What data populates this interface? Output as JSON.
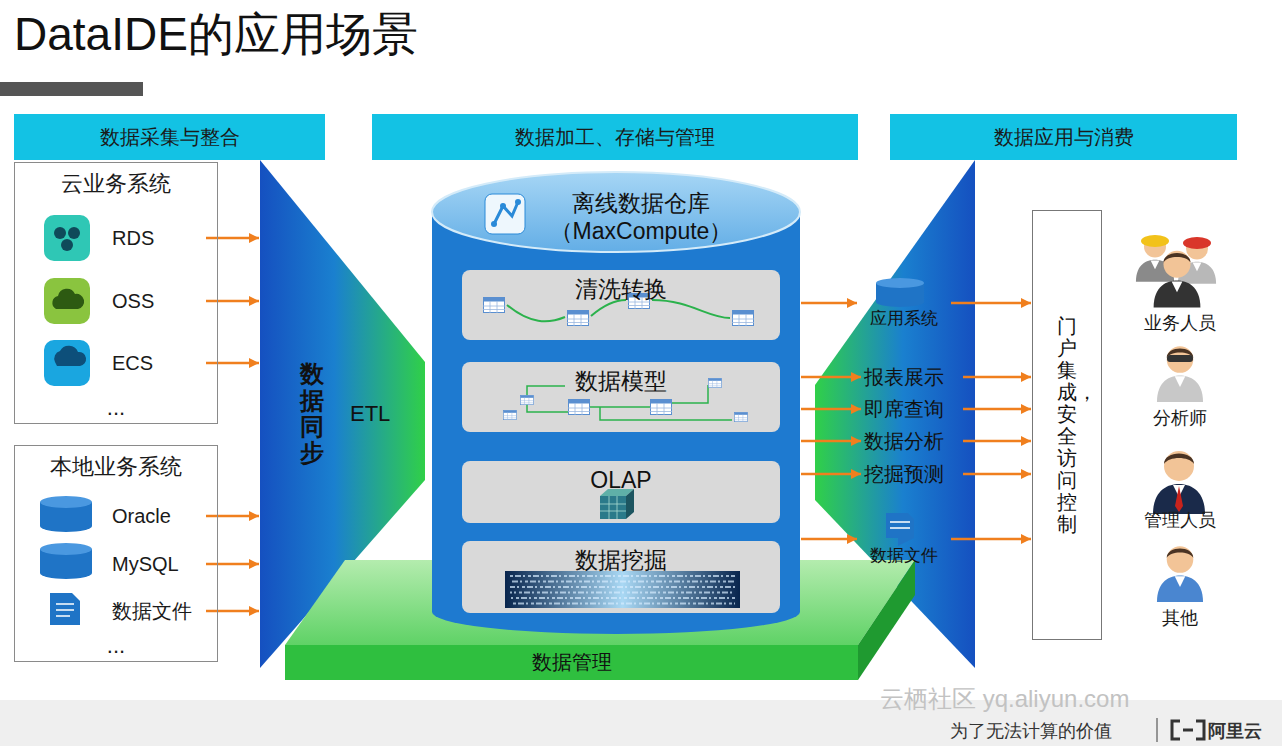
{
  "diagram": {
    "title": "DataIDE的应用场景",
    "nodes": [
      {
        "text": [
          "数据采集与整合"
        ]
      },
      {
        "text": [
          "数据加工、存储与管理"
        ]
      },
      {
        "text": [
          "数据应用与消费"
        ]
      },
      {
        "text": [
          "云业务系统",
          "..."
        ]
      },
      {
        "text": [
          "RDS"
        ],
        "in": 3
      },
      {
        "text": [
          "OSS"
        ],
        "in": 3
      },
      {
        "text": [
          "ECS"
        ],
        "in": 3
      },
      {
        "text": [
          "本地业务系统",
          "..."
        ]
      },
      {
        "text": [
          "Oracle"
        ],
        "in": 7
      },
      {
        "text": [
          "MySQL"
        ],
        "in": 7
      },
      {
        "text": [
          "数据文件"
        ],
        "in": 7
      },
      {
        "text": [
          "数据同步",
          "ETL"
        ]
      },
      {
        "text": [
          "离线数据仓库 （MaxCompute）"
        ]
      },
      {
        "text": [
          "清洗转换"
        ],
        "in": 12
      },
      {
        "text": [
          "数据模型"
        ],
        "in": 12
      },
      {
        "text": [
          "OLAP"
        ],
        "in": 12
      },
      {
        "text": [
          "数据挖掘"
        ],
        "in": 12
      },
      {
        "text": [
          "数据管理"
        ]
      },
      {
        "text": [
          "应用系统"
        ]
      },
      {
        "text": [
          "报表展示"
        ]
      },
      {
        "text": [
          "即席查询"
        ]
      },
      {
        "text": [
          "数据分析"
        ]
      },
      {
        "text": [
          "挖掘预测"
        ]
      },
      {
        "text": [
          "数据文件"
        ]
      },
      {
        "text": [
          "门户集成，安全访问控制"
        ]
      },
      {
        "text": [
          "业务人员"
        ]
      },
      {
        "text": [
          "分析师"
        ]
      },
      {
        "text": [
          "管理人员"
        ]
      },
      {
        "text": [
          "其他"
        ]
      }
    ],
    "edges": [
      {
        "from": 4,
        "to": 11,
        "arrow": "to"
      },
      {
        "from": 5,
        "to": 11,
        "arrow": "to"
      },
      {
        "from": 6,
        "to": 11,
        "arrow": "to"
      },
      {
        "from": 8,
        "to": 11,
        "arrow": "to"
      },
      {
        "from": 9,
        "to": 11,
        "arrow": "to"
      },
      {
        "from": 10,
        "to": 11,
        "arrow": "to"
      },
      {
        "from": 12,
        "to": 18,
        "arrow": "to"
      },
      {
        "from": 12,
        "to": 19,
        "arrow": "to"
      },
      {
        "from": 12,
        "to": 20,
        "arrow": "to"
      },
      {
        "from": 12,
        "to": 21,
        "arrow": "to"
      },
      {
        "from": 12,
        "to": 22,
        "arrow": "to"
      },
      {
        "from": 12,
        "to": 23,
        "arrow": "to"
      },
      {
        "from": 18,
        "to": 24,
        "arrow": "to"
      },
      {
        "from": 19,
        "to": 24,
        "arrow": "to"
      },
      {
        "from": 20,
        "to": 24,
        "arrow": "to"
      },
      {
        "from": 21,
        "to": 24,
        "arrow": "to"
      },
      {
        "from": 22,
        "to": 24,
        "arrow": "to"
      },
      {
        "from": 23,
        "to": 24,
        "arrow": "to"
      }
    ],
    "labels": [
      "为了无法计算的价值",
      "阿里云",
      "云栖社区 yq.aliyun.com"
    ]
  }
}
